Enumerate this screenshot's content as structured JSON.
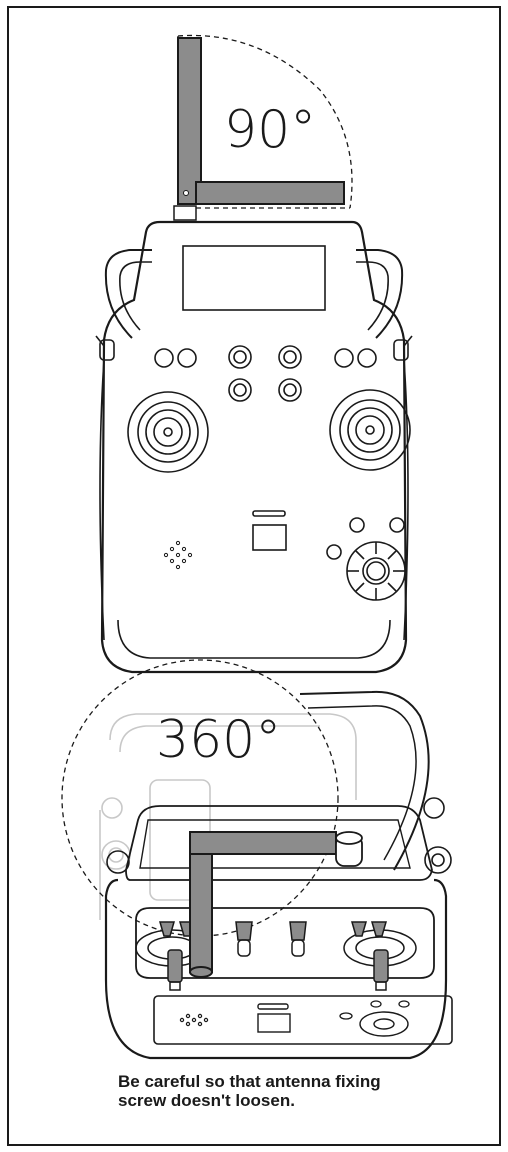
{
  "figure": {
    "angle_top": "90°",
    "angle_bottom": "360°",
    "caution_line_1": "Be careful so that antenna fixing",
    "caution_line_2": "screw doesn't loosen."
  },
  "colors": {
    "line": "#1a1a1a",
    "antenna_fill": "#8c8c8c",
    "ghost_line": "#c8c8c8",
    "background": "#ffffff"
  },
  "icons": [
    "antenna-icon",
    "transmitter-front-icon",
    "transmitter-rear-icon"
  ]
}
